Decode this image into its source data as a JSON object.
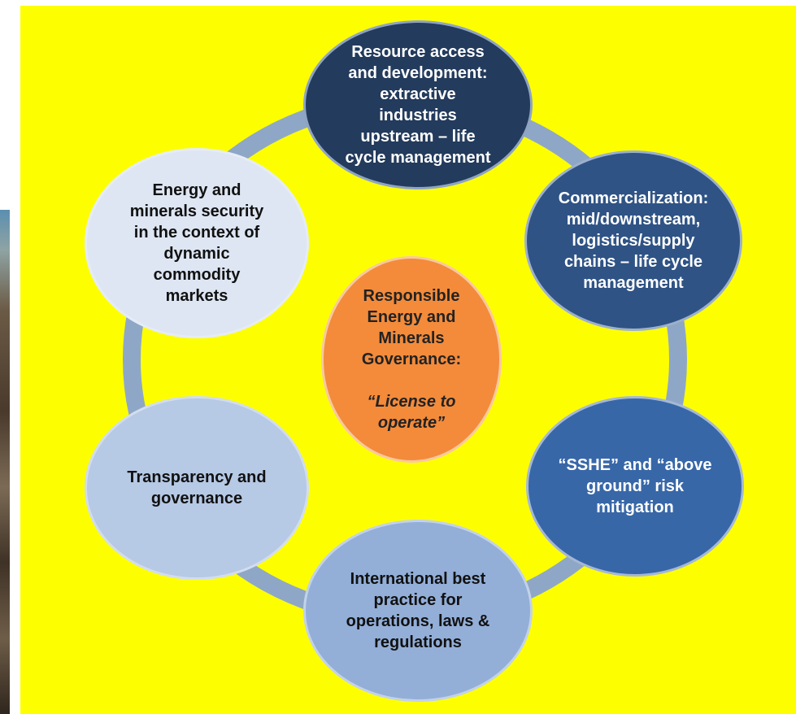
{
  "diagram": {
    "center": {
      "line1": "Responsible\nEnergy and\nMinerals\nGovernance:",
      "line2": "“License to\noperate”"
    },
    "nodes": {
      "top": "Resource access\nand development:\nextractive\nindustries\nupstream – life\ncycle management",
      "top_right": "Commercialization:\nmid/downstream,\nlogistics/supply\nchains – life cycle\nmanagement",
      "bottom_right": "“SSHE” and “above\nground” risk\nmitigation",
      "bottom": "International best\npractice for\noperations, laws &\nregulations",
      "bottom_left": "Transparency and\ngovernance",
      "top_left": "Energy and\nminerals security\nin the context of\ndynamic\ncommodity\nmarkets"
    }
  },
  "colors": {
    "panel_background": "#fdff00",
    "ring": "#8fa7c7",
    "center": "#f38b3b",
    "top": "#233b5c",
    "top_right": "#2f5385",
    "bottom_right": "#3867a8",
    "bottom": "#93afd8",
    "bottom_left": "#b6c9e5",
    "top_left": "#dee6f3"
  }
}
